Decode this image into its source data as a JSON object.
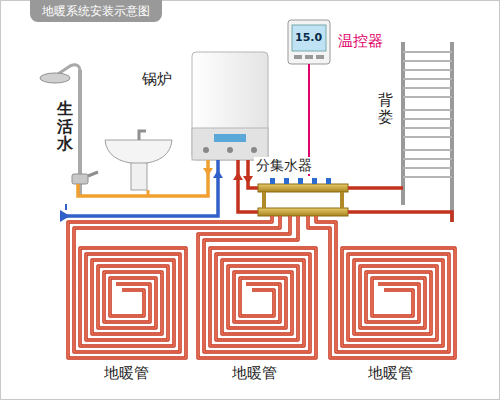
{
  "diagram": {
    "title": "地暖系统安装示意图",
    "labels": [
      "生活水",
      "锅炉",
      "15.0",
      "温控器",
      "背娄",
      "分集水器",
      "地暖管",
      "地暖管",
      "地暖管"
    ]
  }
}
